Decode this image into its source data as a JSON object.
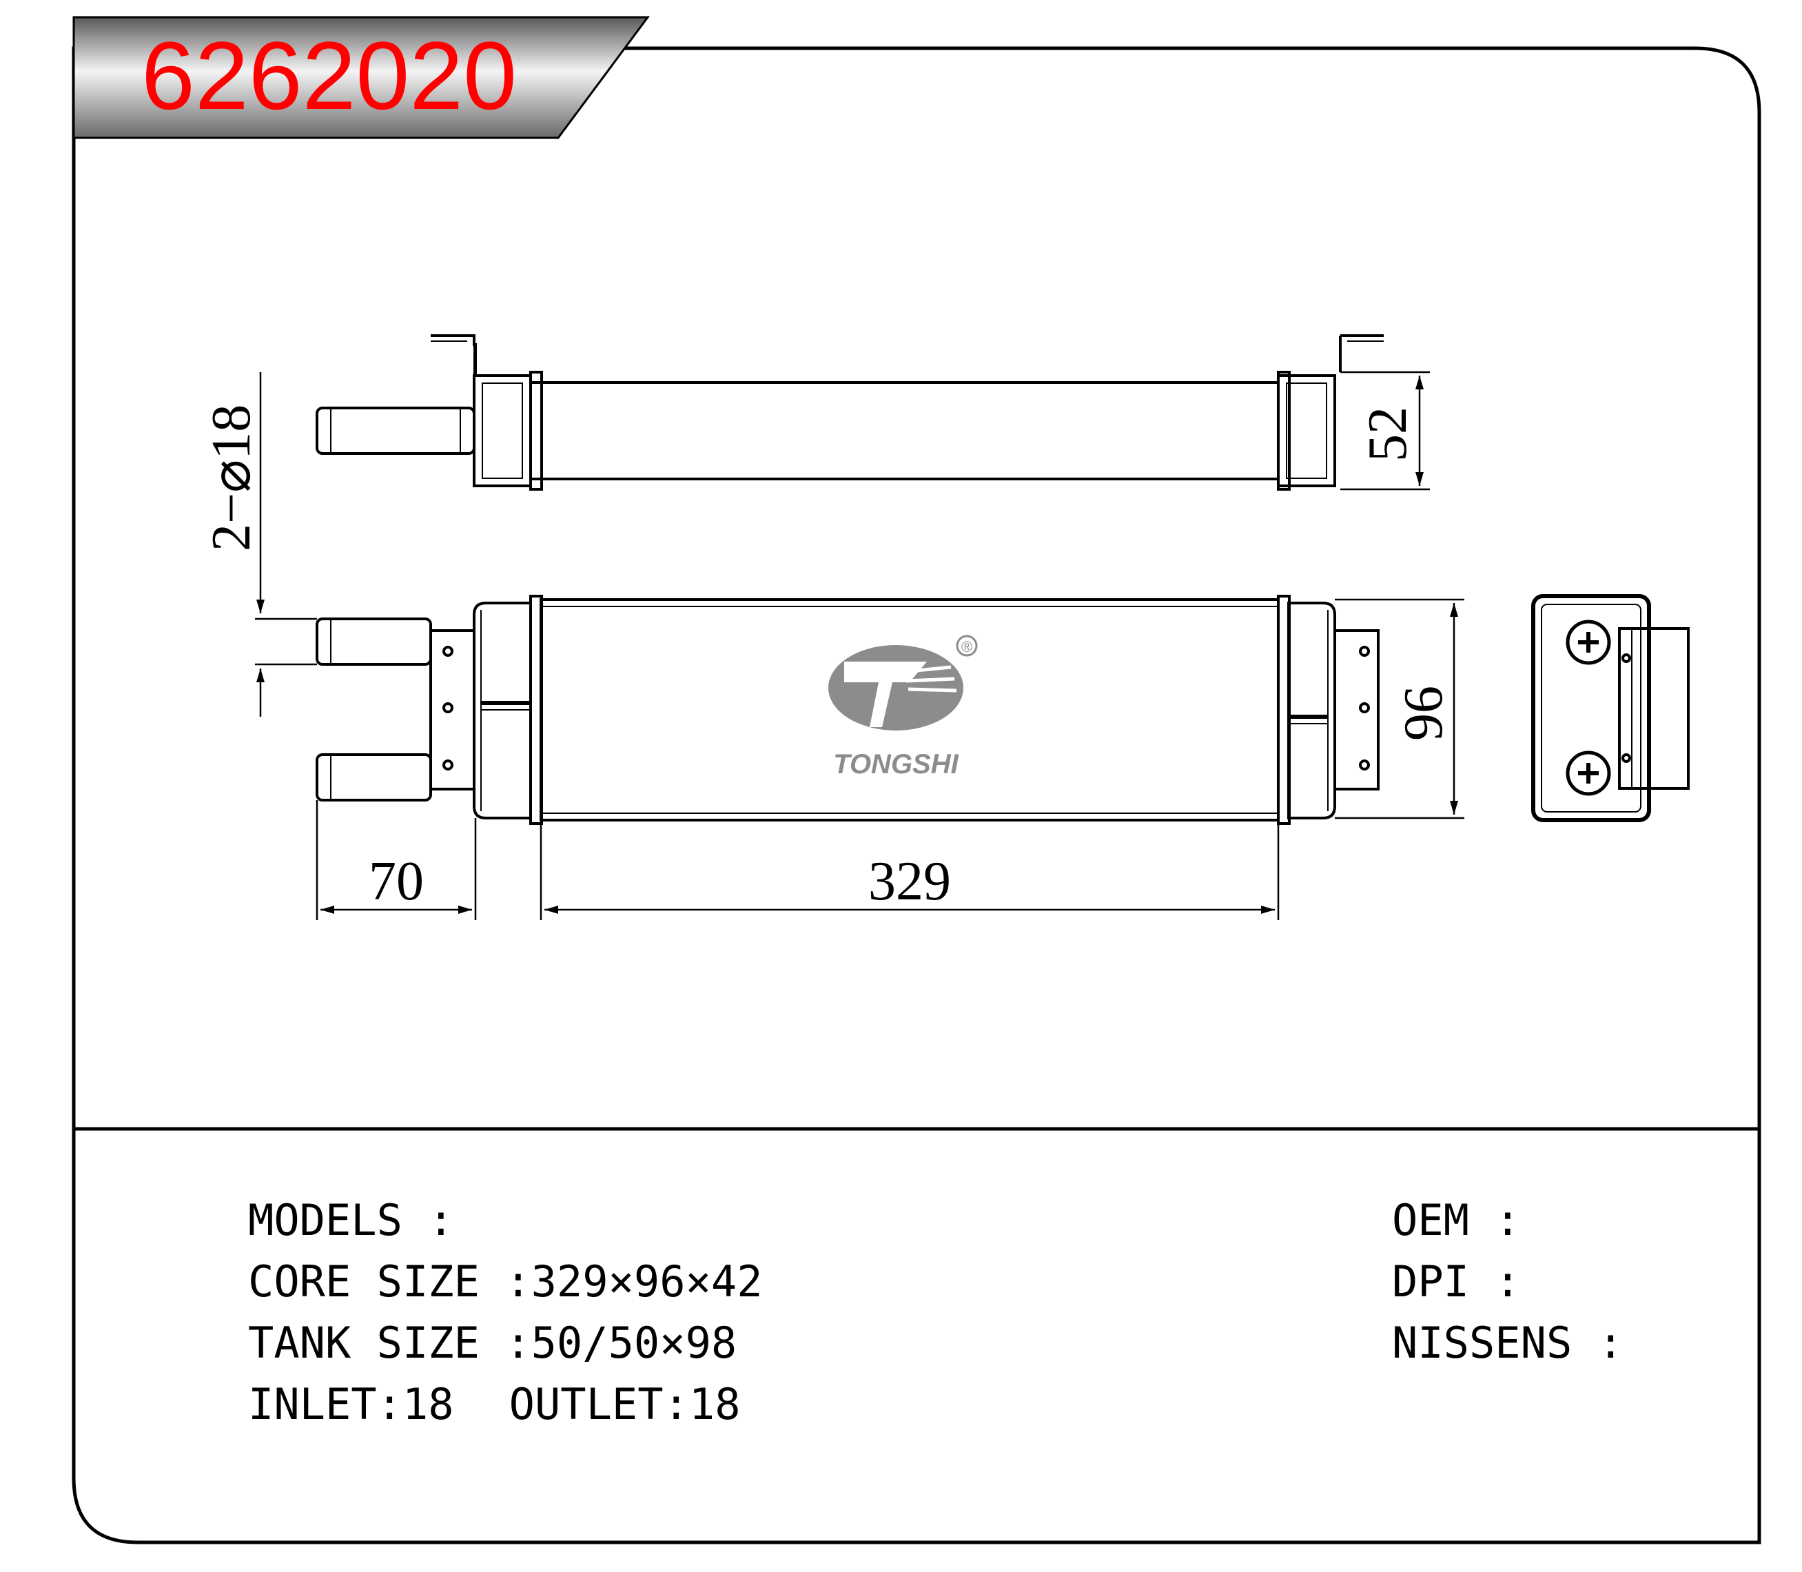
{
  "part_number": "6262020",
  "brand": {
    "name": "TONGSHI",
    "registered_mark": "®",
    "colors": {
      "logo": "#8c8c8c",
      "part_number": "#ff0000"
    }
  },
  "dimensions": {
    "pipe_spec": "2−⌀18",
    "height_top_view": "52",
    "height_front_view": "96",
    "pipe_length": "70",
    "core_length": "329"
  },
  "specs": {
    "left": [
      {
        "label": "MODELS",
        "separator": " :",
        "value": ""
      },
      {
        "label": "CORE SIZE",
        "separator": " :",
        "value": "329×96×42"
      },
      {
        "label": "TANK SIZE",
        "separator": " :",
        "value": "50/50×98"
      },
      {
        "label": "INLET",
        "separator": ":",
        "value": "18"
      }
    ],
    "outlet": {
      "label": "OUTLET",
      "separator": ":",
      "value": "18"
    },
    "right": [
      {
        "label": "OEM",
        "separator": " :",
        "value": ""
      },
      {
        "label": "DPI",
        "separator": " :",
        "value": ""
      },
      {
        "label": "NISSENS",
        "separator": " :",
        "value": ""
      }
    ]
  }
}
